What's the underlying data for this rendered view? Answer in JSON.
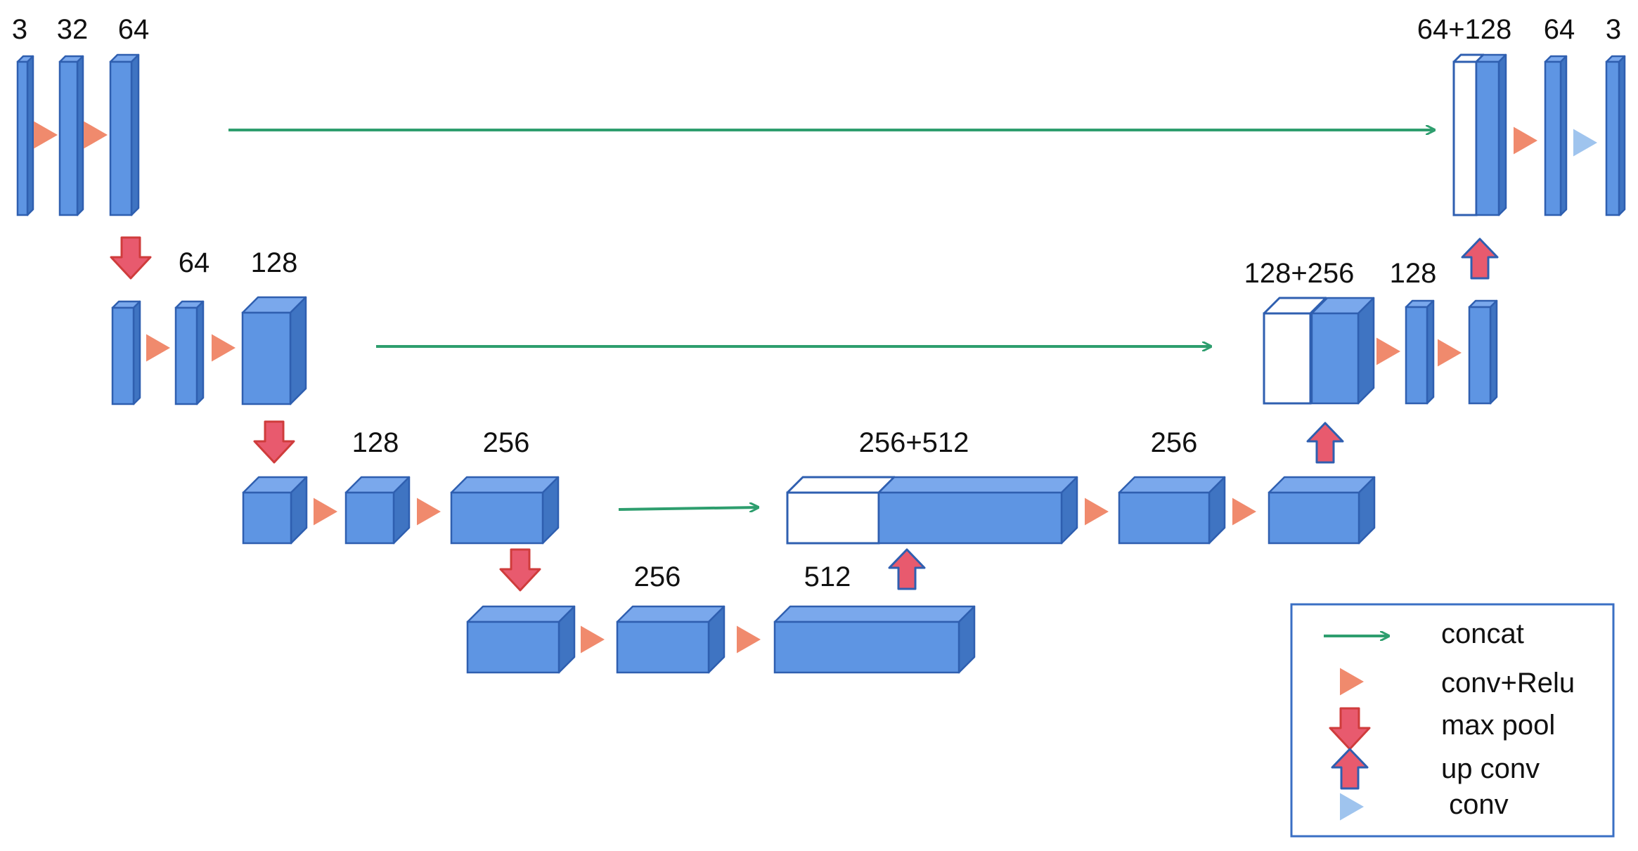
{
  "colors": {
    "block_front": "#5e95e3",
    "block_top": "#7aa8ec",
    "block_side": "#3f74c2",
    "block_stroke": "#2f5fb0",
    "empty_fill": "#ffffff",
    "concat_arrow": "#2e9e6e",
    "conv_relu": "#f08a6d",
    "conv": "#9fc4ee",
    "max_pool": "#e85a6e",
    "max_pool_stroke": "#cf3c3c",
    "up_conv": "#e85a6e",
    "legend_border": "#3a6fc4"
  },
  "level1": {
    "labels": [
      "3",
      "32",
      "64"
    ],
    "right_labels": [
      "64+128",
      "64",
      "3"
    ]
  },
  "level2": {
    "labels": [
      "64",
      "128"
    ],
    "right_labels": [
      "128+256",
      "128"
    ]
  },
  "level3": {
    "labels": [
      "128",
      "256"
    ],
    "right_labels": [
      "256+512",
      "256"
    ]
  },
  "level4": {
    "labels": [
      "256",
      "512"
    ]
  },
  "legend": {
    "items": [
      {
        "icon": "concat-arrow-icon",
        "label": "concat"
      },
      {
        "icon": "conv-relu-triangle-icon",
        "label": "conv+Relu"
      },
      {
        "icon": "max-pool-down-arrow-icon",
        "label": "max pool"
      },
      {
        "icon": "up-conv-up-arrow-icon",
        "label": "up conv"
      },
      {
        "icon": "conv-triangle-icon",
        "label": " conv"
      }
    ]
  }
}
